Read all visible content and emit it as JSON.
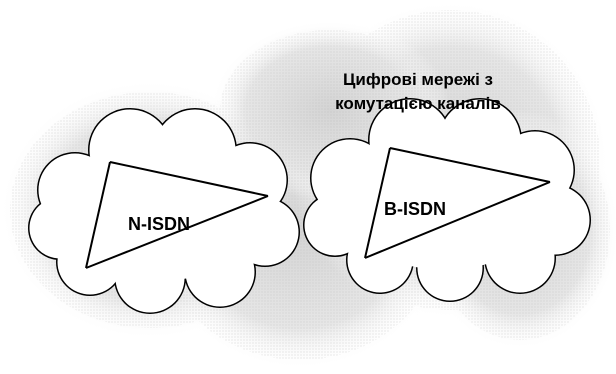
{
  "diagram": {
    "title_line1": "Цифрові мережі з",
    "title_line2": "комутацією каналів",
    "networks": [
      {
        "label": "N-ISDN"
      },
      {
        "label": "B-ISDN"
      }
    ],
    "colors": {
      "cloud_fill": "#ffffff",
      "cloud_outline": "#000000",
      "halo": "#c8c8c8",
      "server_body": "#a9a9a9",
      "server_dark": "#4a4a4a",
      "screen_green": "#2f8f2f"
    }
  }
}
